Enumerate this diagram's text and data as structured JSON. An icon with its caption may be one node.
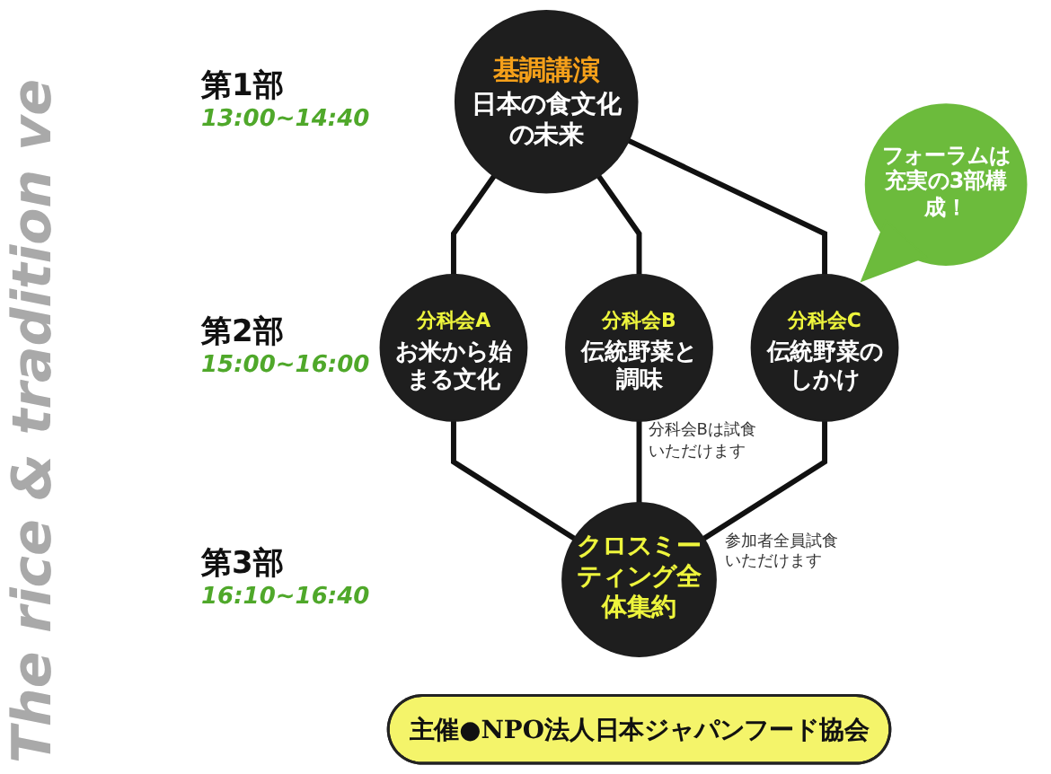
{
  "diagram": {
    "nodes": [
      {
        "text": [
          "基調講演",
          "日本の食文化の未来"
        ]
      },
      {
        "text": [
          "フォーラムは充実の3部構成！"
        ]
      },
      {
        "text": [
          "分科会A",
          "お米から始まる文化"
        ]
      },
      {
        "text": [
          "分科会B",
          "伝統野菜と調味"
        ],
        "beside": [
          "分科会Bは試食いただけます"
        ]
      },
      {
        "text": [
          "分科会C",
          "伝統野菜のしかけ"
        ]
      },
      {
        "text": [
          "クロスミーティング全体集約"
        ],
        "beside": [
          "参加者全員試食いただけます"
        ]
      },
      {
        "text": [
          "主催●NPO法人日本ジャパンフード協会"
        ]
      }
    ],
    "edges": [
      {
        "from": 0,
        "to": 2,
        "arrow": "none"
      },
      {
        "from": 0,
        "to": 3,
        "arrow": "none"
      },
      {
        "from": 0,
        "to": 4,
        "arrow": "none"
      },
      {
        "from": 2,
        "to": 5,
        "arrow": "none"
      },
      {
        "from": 3,
        "to": 5,
        "arrow": "none"
      },
      {
        "from": 4,
        "to": 5,
        "arrow": "none"
      }
    ],
    "labels": [
      "第1部",
      "13:00~14:40",
      "第2部",
      "15:00~16:00",
      "第3部",
      "16:10~16:40",
      "The rice & tradition ve"
    ]
  }
}
